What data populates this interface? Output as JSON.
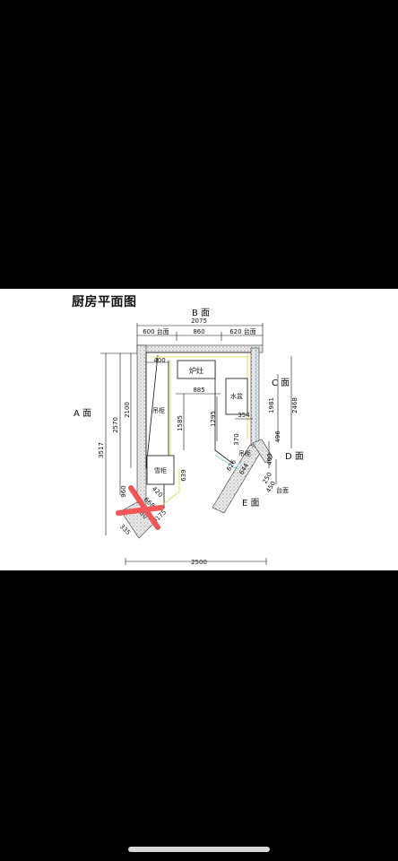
{
  "title": "厨房平面图",
  "faces": {
    "a": "A 面",
    "b": "B 面",
    "c": "C 面",
    "d": "D 面",
    "e": "E 面"
  },
  "dims": {
    "top_total": "2075",
    "top_left": "600 台面",
    "top_mid": "860",
    "top_right": "620 台面",
    "left_total": "3517",
    "left_mid": "2570",
    "left_inner": "2100",
    "bottom_total": "2500",
    "d400": "400",
    "d885": "885",
    "d1585": "1585",
    "d1295": "1295",
    "d354": "354",
    "d639": "639",
    "d960": "960",
    "d335": "335",
    "d2468": "2468",
    "d1981": "1981",
    "d400b": "400",
    "d496": "496",
    "d250": "250",
    "d450": "450",
    "d626": "626",
    "d644": "644",
    "d370": "370",
    "d420": "420",
    "d175": "175",
    "d668": "668",
    "d380": "380",
    "countertop": "台面"
  },
  "labels": {
    "stove": "炉灶",
    "sink": "水盆",
    "hanging_cab_left": "吊柜",
    "hanging_cab_right": "吊柜",
    "fridge": "雪柜"
  },
  "colors": {
    "page": "#000000",
    "paper": "#ffffff",
    "wall": "#d9d9d9",
    "yellow": "#e8e26a",
    "cyan": "#8fd3e8",
    "mark": "#f25757",
    "line": "#111111"
  }
}
